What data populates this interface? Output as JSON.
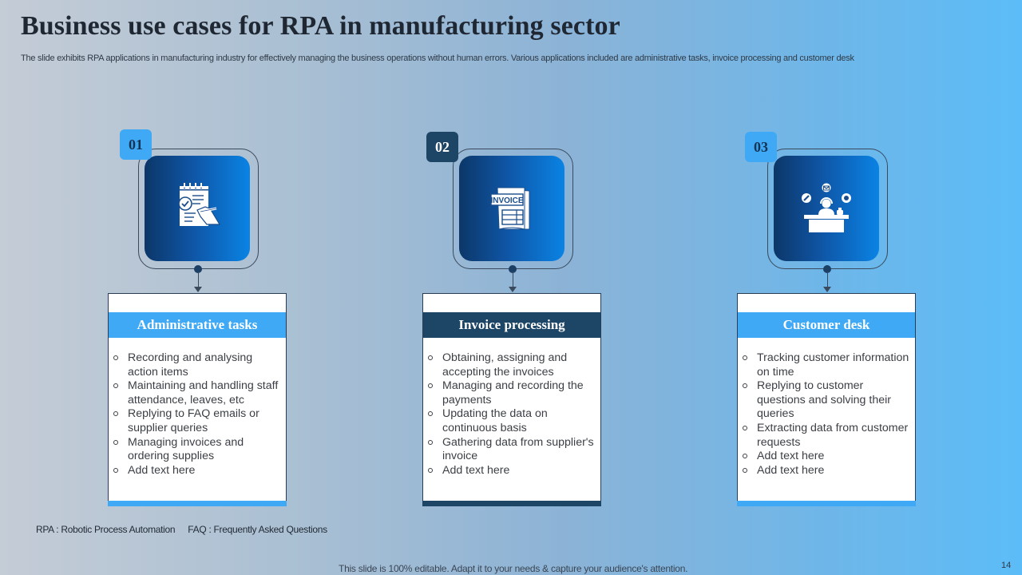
{
  "slide": {
    "title": "Business use cases for RPA in manufacturing sector",
    "subtitle": "The slide exhibits RPA applications in manufacturing industry for effectively  managing the business operations without human errors. Various applications included are administrative tasks, invoice processing and customer desk",
    "page_number": "14",
    "editable_note": "This slide is 100% editable. Adapt it to your needs & capture your audience's attention."
  },
  "colors": {
    "accent_light": "#3fa9f5",
    "accent_dark": "#1c4566",
    "tile_gradient_start": "#0c3768",
    "tile_gradient_end": "#0a83e4"
  },
  "footnotes": [
    {
      "abbr": "RPA",
      "separator": " : ",
      "meaning": "Robotic Process Automation"
    },
    {
      "abbr": "FAQ",
      "separator": " : ",
      "meaning": "Frequently Asked Questions"
    }
  ],
  "cards": [
    {
      "number": "01",
      "icon": "checklist-signing-icon",
      "title": "Administrative tasks",
      "bullets": [
        "Recording and analysing action items",
        "Maintaining  and handling staff attendance, leaves, etc",
        "Replying to FAQ emails or supplier queries",
        "Managing invoices and ordering supplies",
        "Add text here"
      ]
    },
    {
      "number": "02",
      "icon": "invoice-icon",
      "icon_label": "INVOICE",
      "title": "Invoice processing",
      "bullets": [
        "Obtaining, assigning and accepting the invoices",
        "Managing and recording the payments",
        "Updating the data on continuous basis",
        "Gathering data from supplier's invoice",
        "Add text here"
      ]
    },
    {
      "number": "03",
      "icon": "customer-support-desk-icon",
      "title": "Customer desk",
      "bullets": [
        "Tracking customer information on time",
        "Replying to customer questions and solving their queries",
        "Extracting data from customer requests",
        "Add text here",
        "Add text here"
      ]
    }
  ]
}
